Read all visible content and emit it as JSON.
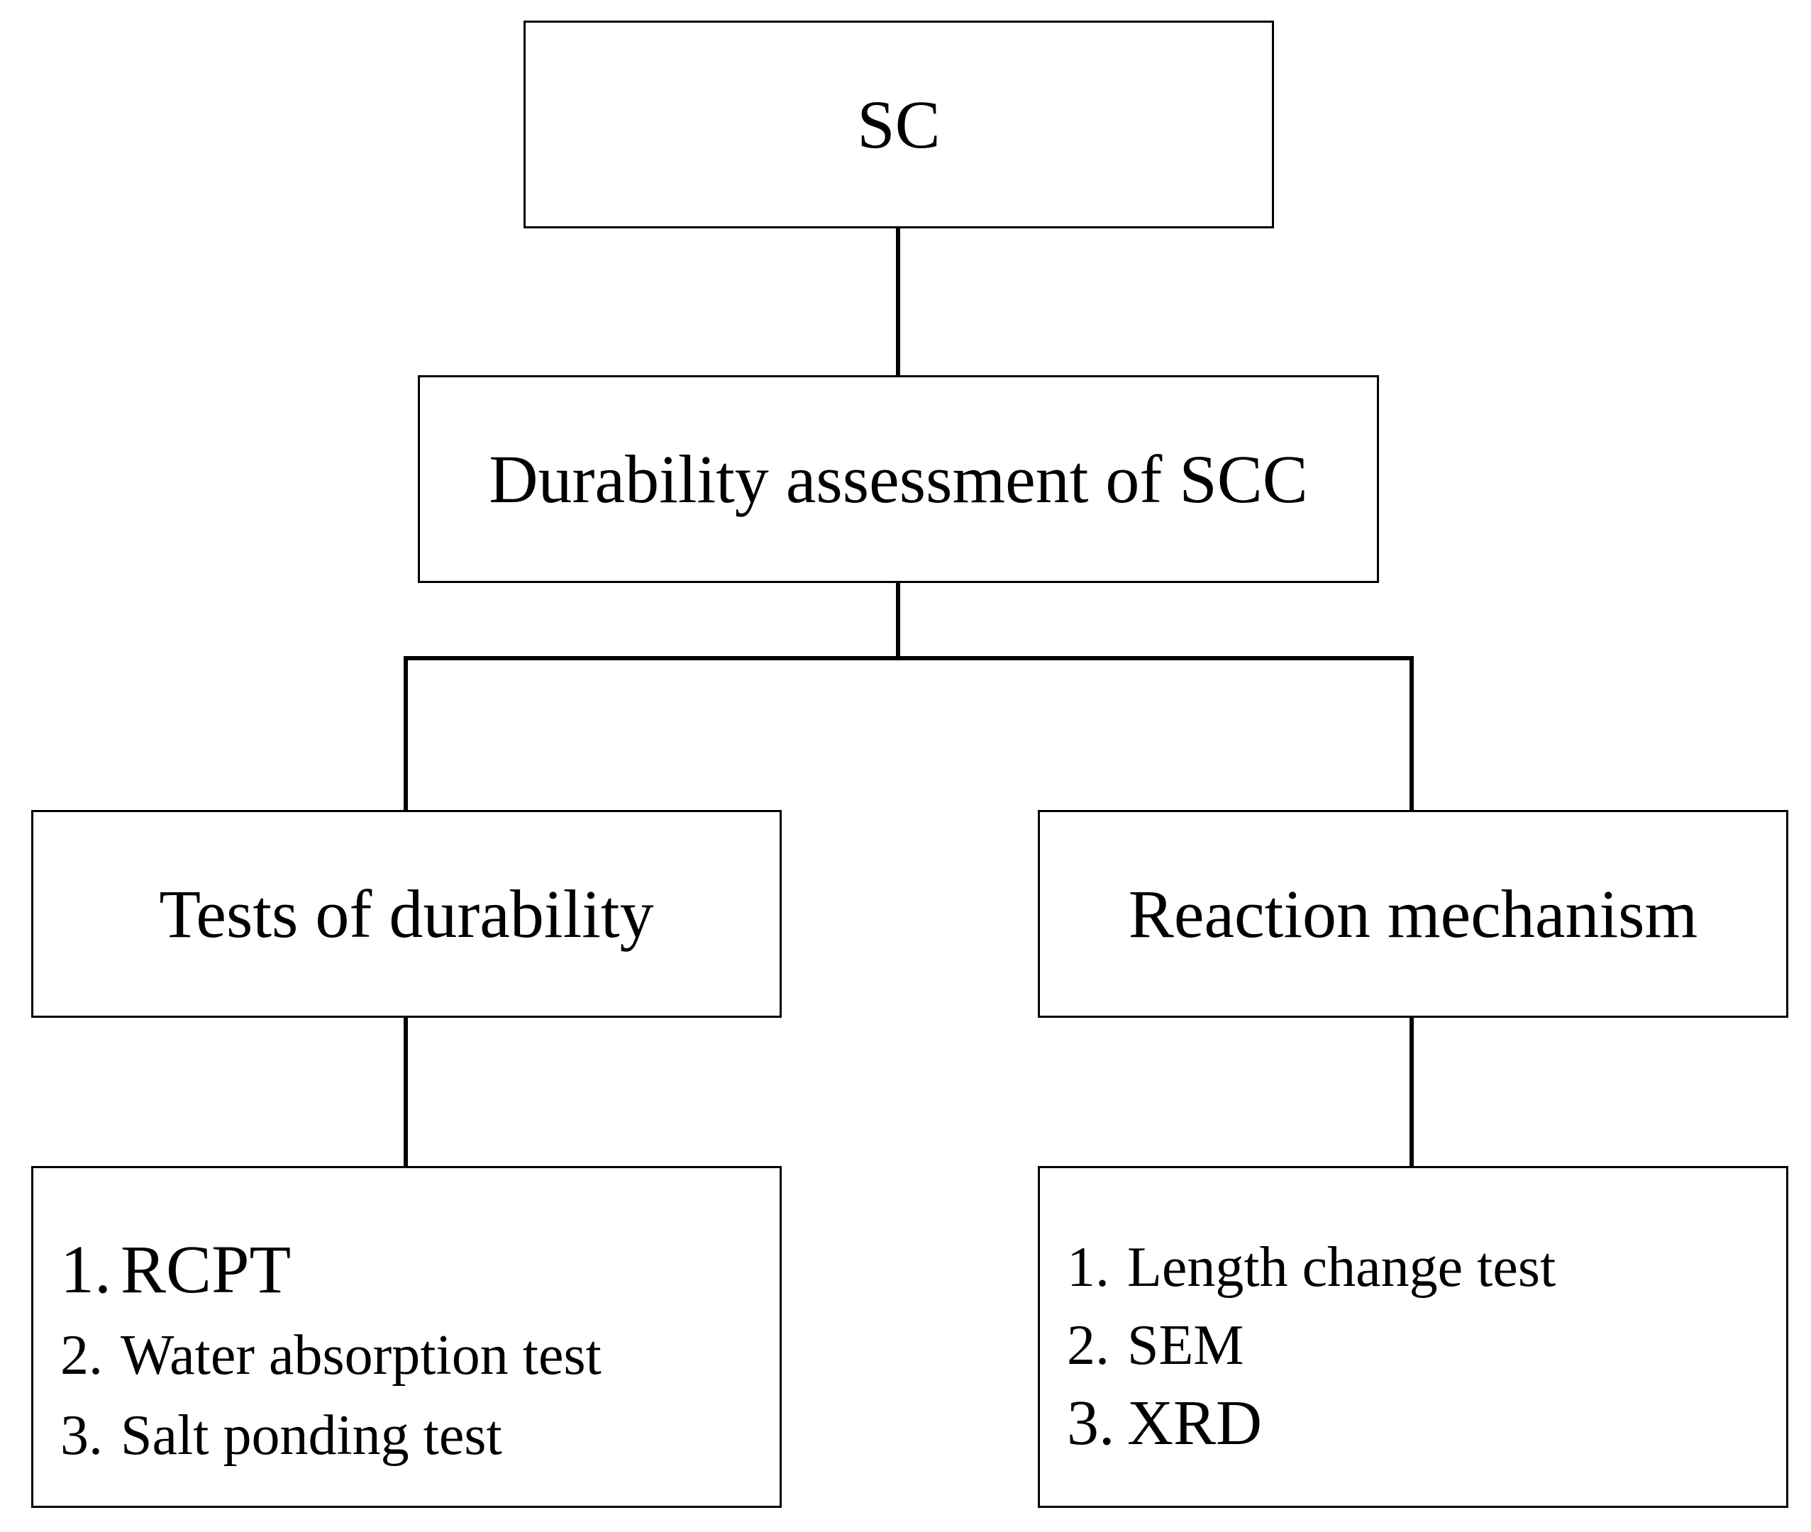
{
  "diagram": {
    "root": {
      "label": "SC"
    },
    "assessment": {
      "label": "Durability assessment of SCC"
    },
    "tests": {
      "label": "Tests of durability",
      "items": [
        {
          "num": "1.",
          "label": "RCPT"
        },
        {
          "num": "2.",
          "label": "Water absorption test"
        },
        {
          "num": "3.",
          "label": "Salt ponding test"
        }
      ]
    },
    "mechanism": {
      "label": "Reaction mechanism",
      "items": [
        {
          "num": "1.",
          "label": "Length change test"
        },
        {
          "num": "2.",
          "label": "SEM"
        },
        {
          "num": "3.",
          "label": "XRD"
        }
      ]
    },
    "colors": {
      "line": "#000000",
      "background": "#ffffff"
    }
  }
}
